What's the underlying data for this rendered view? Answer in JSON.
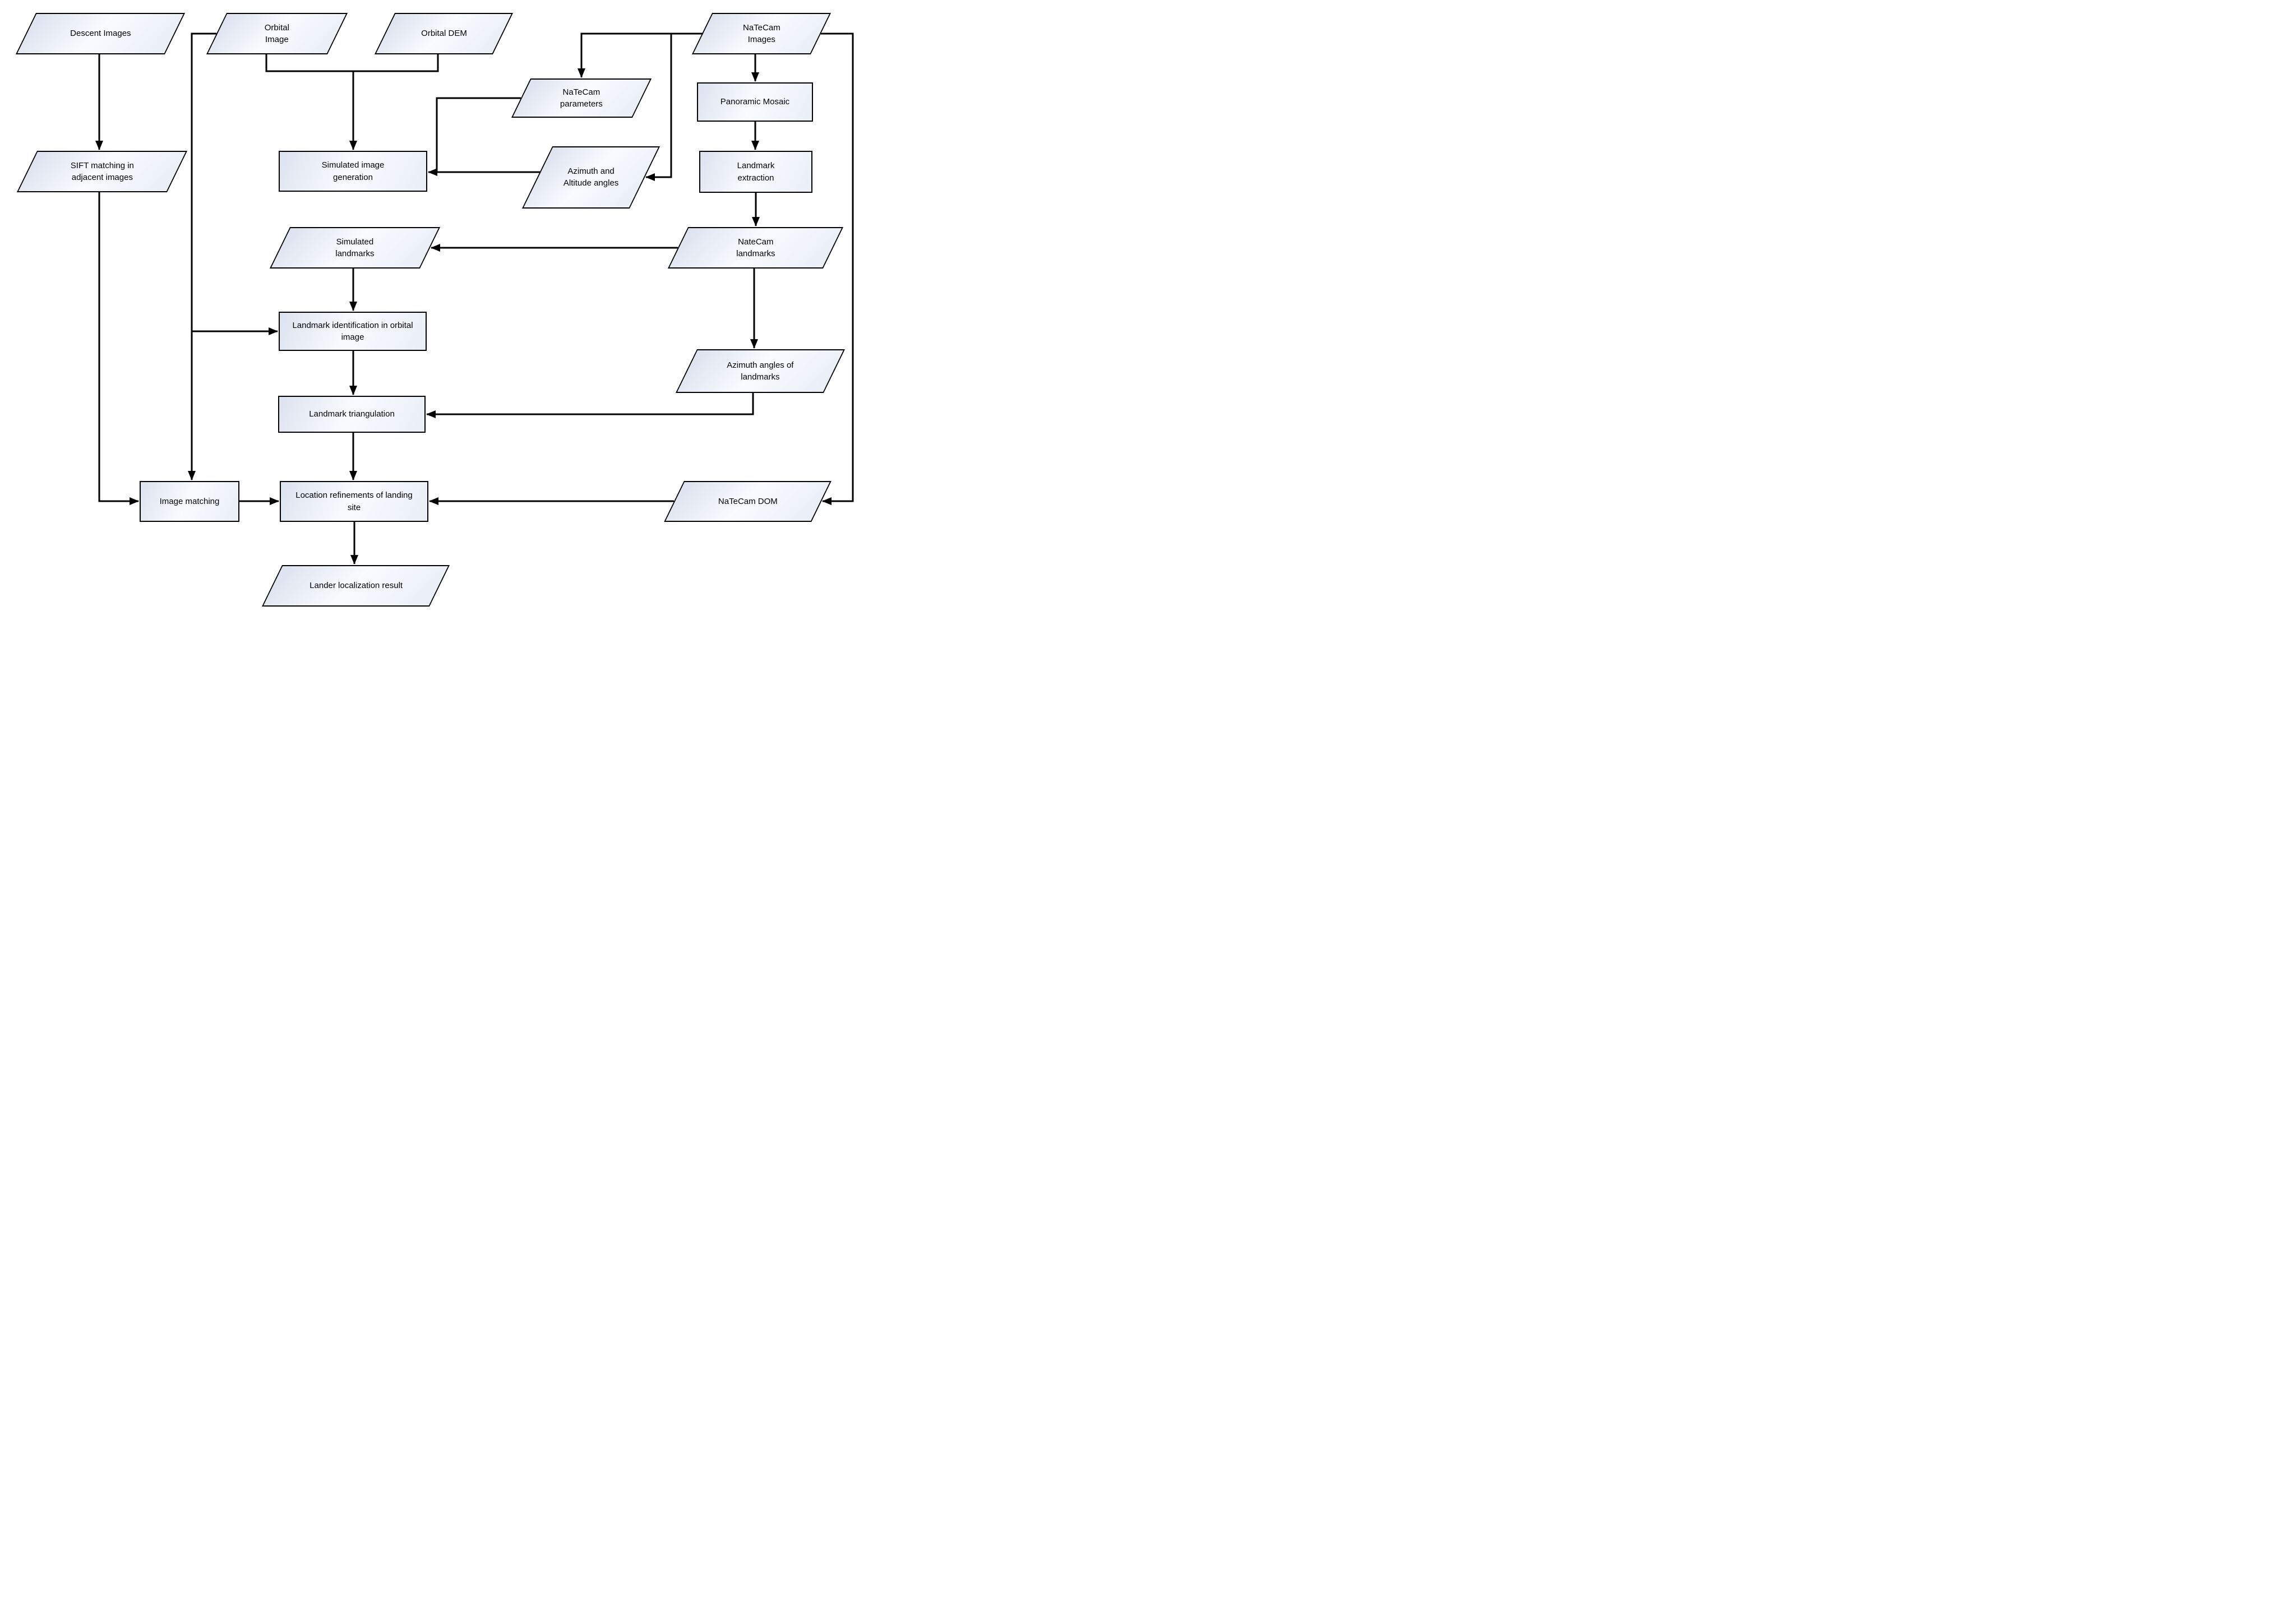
{
  "diagram": {
    "background_color": "#ffffff",
    "node_stroke_color": "#000000",
    "node_fill_gradient": [
      "#dce2ef",
      "#f9fbfe",
      "#e9eef7"
    ],
    "nodes": {
      "descent_images": {
        "label": "Descent Images",
        "shape": "parallelogram"
      },
      "orbital_image": {
        "label": "Orbital Image",
        "shape": "parallelogram"
      },
      "orbital_dem": {
        "label": "Orbital DEM",
        "shape": "parallelogram"
      },
      "natecam_images": {
        "label": "NaTeCam Images",
        "shape": "parallelogram"
      },
      "natecam_parameters": {
        "label": "NaTeCam parameters",
        "shape": "parallelogram"
      },
      "panoramic_mosaic": {
        "label": "Panoramic Mosaic",
        "shape": "rectangle"
      },
      "sift_matching": {
        "label": "SIFT matching in adjacent images",
        "shape": "parallelogram"
      },
      "simulated_image_generation": {
        "label": "Simulated image generation",
        "shape": "rectangle"
      },
      "azimuth_altitude_angles": {
        "label": "Azimuth and Altitude angles",
        "shape": "parallelogram"
      },
      "landmark_extraction": {
        "label": "Landmark extraction",
        "shape": "rectangle"
      },
      "simulated_landmarks": {
        "label": "Simulated landmarks",
        "shape": "parallelogram"
      },
      "natecam_landmarks": {
        "label": "NateCam landmarks",
        "shape": "parallelogram"
      },
      "landmark_identification": {
        "label": "Landmark identification in orbital image",
        "shape": "rectangle"
      },
      "azimuth_angles_of_landmarks": {
        "label": "Azimuth angles of landmarks",
        "shape": "parallelogram"
      },
      "landmark_triangulation": {
        "label": "Landmark triangulation",
        "shape": "rectangle"
      },
      "image_matching": {
        "label": "Image matching",
        "shape": "rectangle"
      },
      "location_refinements": {
        "label": "Location refinements of landing site",
        "shape": "rectangle"
      },
      "natecam_dom": {
        "label": "NaTeCam DOM",
        "shape": "parallelogram"
      },
      "lander_localization_result": {
        "label": "Lander localization result",
        "shape": "parallelogram"
      }
    },
    "edges": [
      {
        "from": "descent_images",
        "to": "sift_matching"
      },
      {
        "from": "sift_matching",
        "to": "image_matching"
      },
      {
        "from": "orbital_image",
        "to": "landmark_identification"
      },
      {
        "from": "orbital_image",
        "to": "image_matching"
      },
      {
        "from": "orbital_image",
        "to": "simulated_image_generation"
      },
      {
        "from": "orbital_dem",
        "to": "simulated_image_generation"
      },
      {
        "from": "natecam_images",
        "to": "panoramic_mosaic"
      },
      {
        "from": "natecam_images",
        "to": "natecam_parameters"
      },
      {
        "from": "natecam_images",
        "to": "azimuth_altitude_angles"
      },
      {
        "from": "natecam_images",
        "to": "natecam_dom"
      },
      {
        "from": "natecam_parameters",
        "to": "simulated_image_generation"
      },
      {
        "from": "azimuth_altitude_angles",
        "to": "simulated_image_generation"
      },
      {
        "from": "simulated_image_generation",
        "to": "simulated_landmarks"
      },
      {
        "from": "panoramic_mosaic",
        "to": "landmark_extraction"
      },
      {
        "from": "landmark_extraction",
        "to": "natecam_landmarks"
      },
      {
        "from": "natecam_landmarks",
        "to": "simulated_landmarks"
      },
      {
        "from": "natecam_landmarks",
        "to": "azimuth_angles_of_landmarks"
      },
      {
        "from": "simulated_landmarks",
        "to": "landmark_identification"
      },
      {
        "from": "landmark_identification",
        "to": "landmark_triangulation"
      },
      {
        "from": "azimuth_angles_of_landmarks",
        "to": "landmark_triangulation"
      },
      {
        "from": "landmark_triangulation",
        "to": "location_refinements"
      },
      {
        "from": "image_matching",
        "to": "location_refinements"
      },
      {
        "from": "natecam_dom",
        "to": "location_refinements"
      },
      {
        "from": "location_refinements",
        "to": "lander_localization_result"
      }
    ]
  }
}
